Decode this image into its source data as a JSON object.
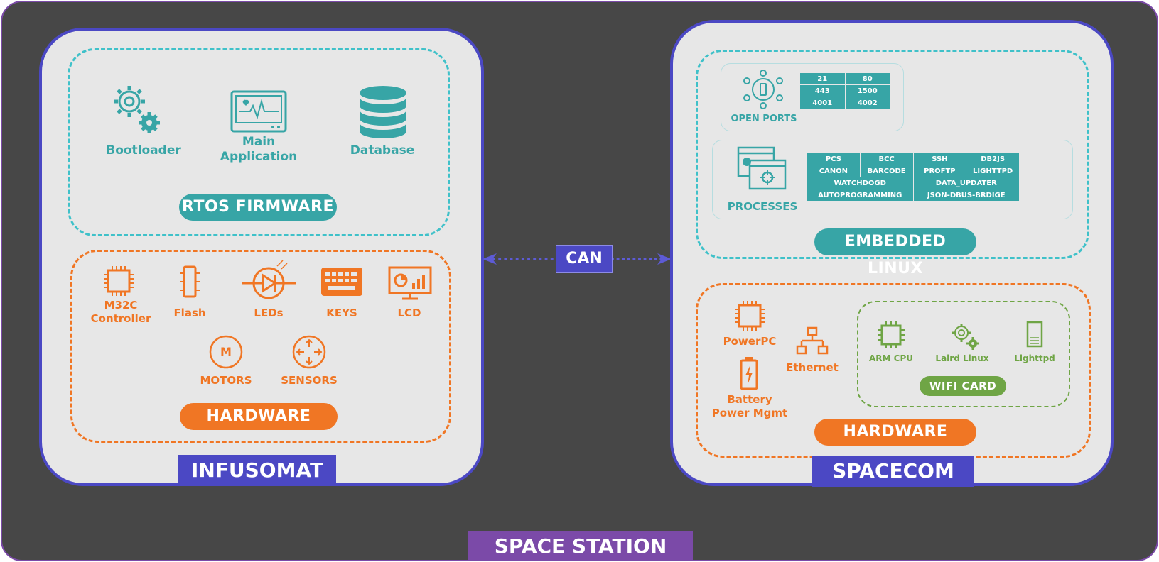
{
  "outer": {
    "title": "SPACE STATION"
  },
  "connector": {
    "label": "CAN"
  },
  "left": {
    "title": "INFUSOMAT",
    "firmware": {
      "label": "RTOS FIRMWARE",
      "items": [
        "Bootloader",
        "Main Application",
        "Database"
      ]
    },
    "hardware": {
      "label": "HARDWARE",
      "items": {
        "m32c": "M32C Controller",
        "flash": "Flash",
        "leds": "LEDs",
        "keys": "KEYS",
        "lcd": "LCD",
        "motors": "MOTORS",
        "sensors": "SENSORS",
        "motor_glyph": "M"
      }
    }
  },
  "right": {
    "title": "SPACECOM",
    "linux": {
      "label": "EMBEDDED LINUX",
      "open_ports": {
        "label": "OPEN PORTS",
        "rows": [
          [
            "21",
            "80"
          ],
          [
            "443",
            "1500"
          ],
          [
            "4001",
            "4002"
          ]
        ]
      },
      "processes": {
        "label": "PROCESSES",
        "row1": [
          "PCS",
          "BCC",
          "SSH",
          "DB2JS"
        ],
        "row2": [
          "CANON",
          "BARCODE",
          "PROFTP",
          "LIGHTTPD"
        ],
        "row3": [
          "WATCHDOGD",
          "DATA_UPDATER"
        ],
        "row4": [
          "AUTOPROGRAMMING",
          "JSON-DBUS-BRDIGE"
        ]
      }
    },
    "hardware": {
      "label": "HARDWARE",
      "powerpc": "PowerPC",
      "ethernet": "Ethernet",
      "battery": "Battery Power Mgmt",
      "wifi": {
        "label": "WIFI CARD",
        "items": [
          "ARM CPU",
          "Laird Linux",
          "Lighttpd"
        ]
      }
    }
  },
  "colors": {
    "accent": "#4b48c4",
    "teal": "#37a5a6",
    "orange": "#f07624",
    "green": "#6fa545",
    "purple": "#7b4aa8",
    "background": "#474747"
  }
}
